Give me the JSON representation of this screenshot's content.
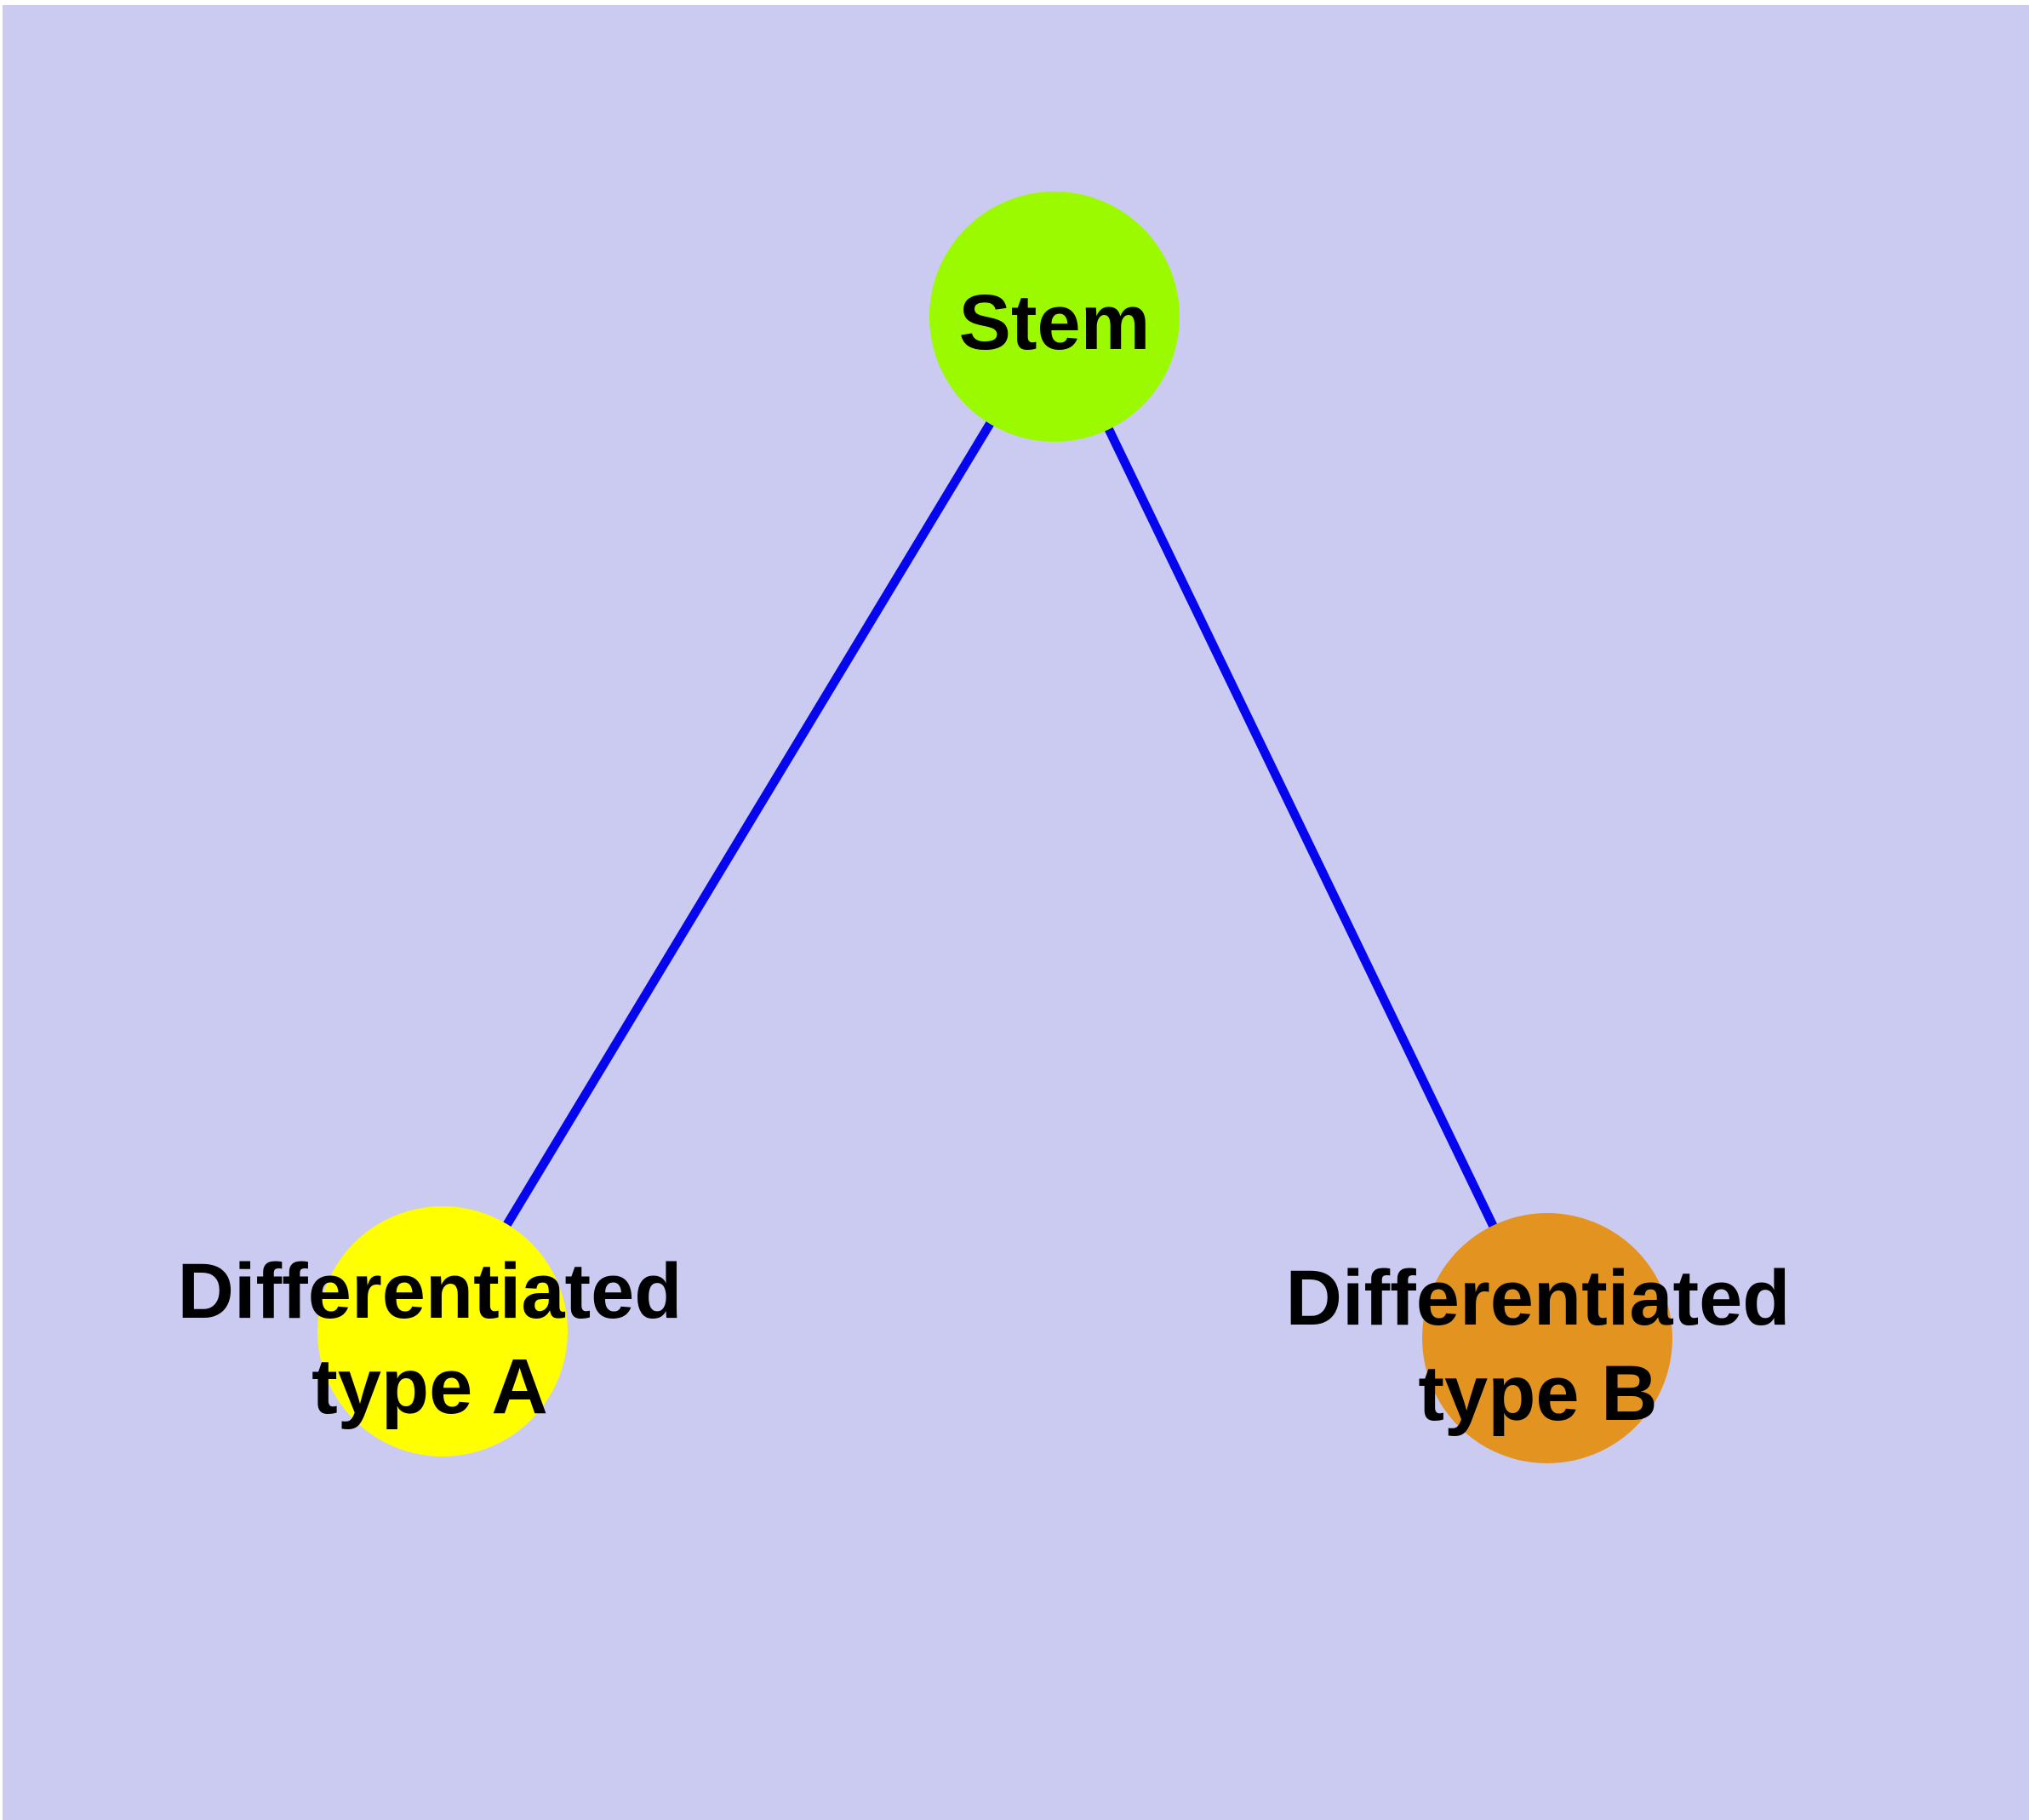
{
  "diagram": {
    "type": "graph",
    "description": "Stem cell differentiation tree: one stem node with two differentiated child nodes",
    "nodes": {
      "stem": {
        "label": "Stem"
      },
      "type_a": {
        "label_line1": "Differentiated",
        "label_line2": "type A"
      },
      "type_b": {
        "label_line1": "Differentiated",
        "label_line2": "type B"
      }
    },
    "edges": [
      {
        "from": "Stem",
        "to": "Differentiated type A"
      },
      {
        "from": "Stem",
        "to": "Differentiated type B"
      }
    ],
    "colors": {
      "background": "#CBCBF2",
      "page_margin": "#FFFFFF",
      "edge": "#0606EE",
      "node_border": "#7E7E7E",
      "node_stem_fill": "#9BFA00",
      "node_type_a_fill": "#FFFF00",
      "node_type_b_fill": "#E39420",
      "label_text": "#000000"
    }
  }
}
